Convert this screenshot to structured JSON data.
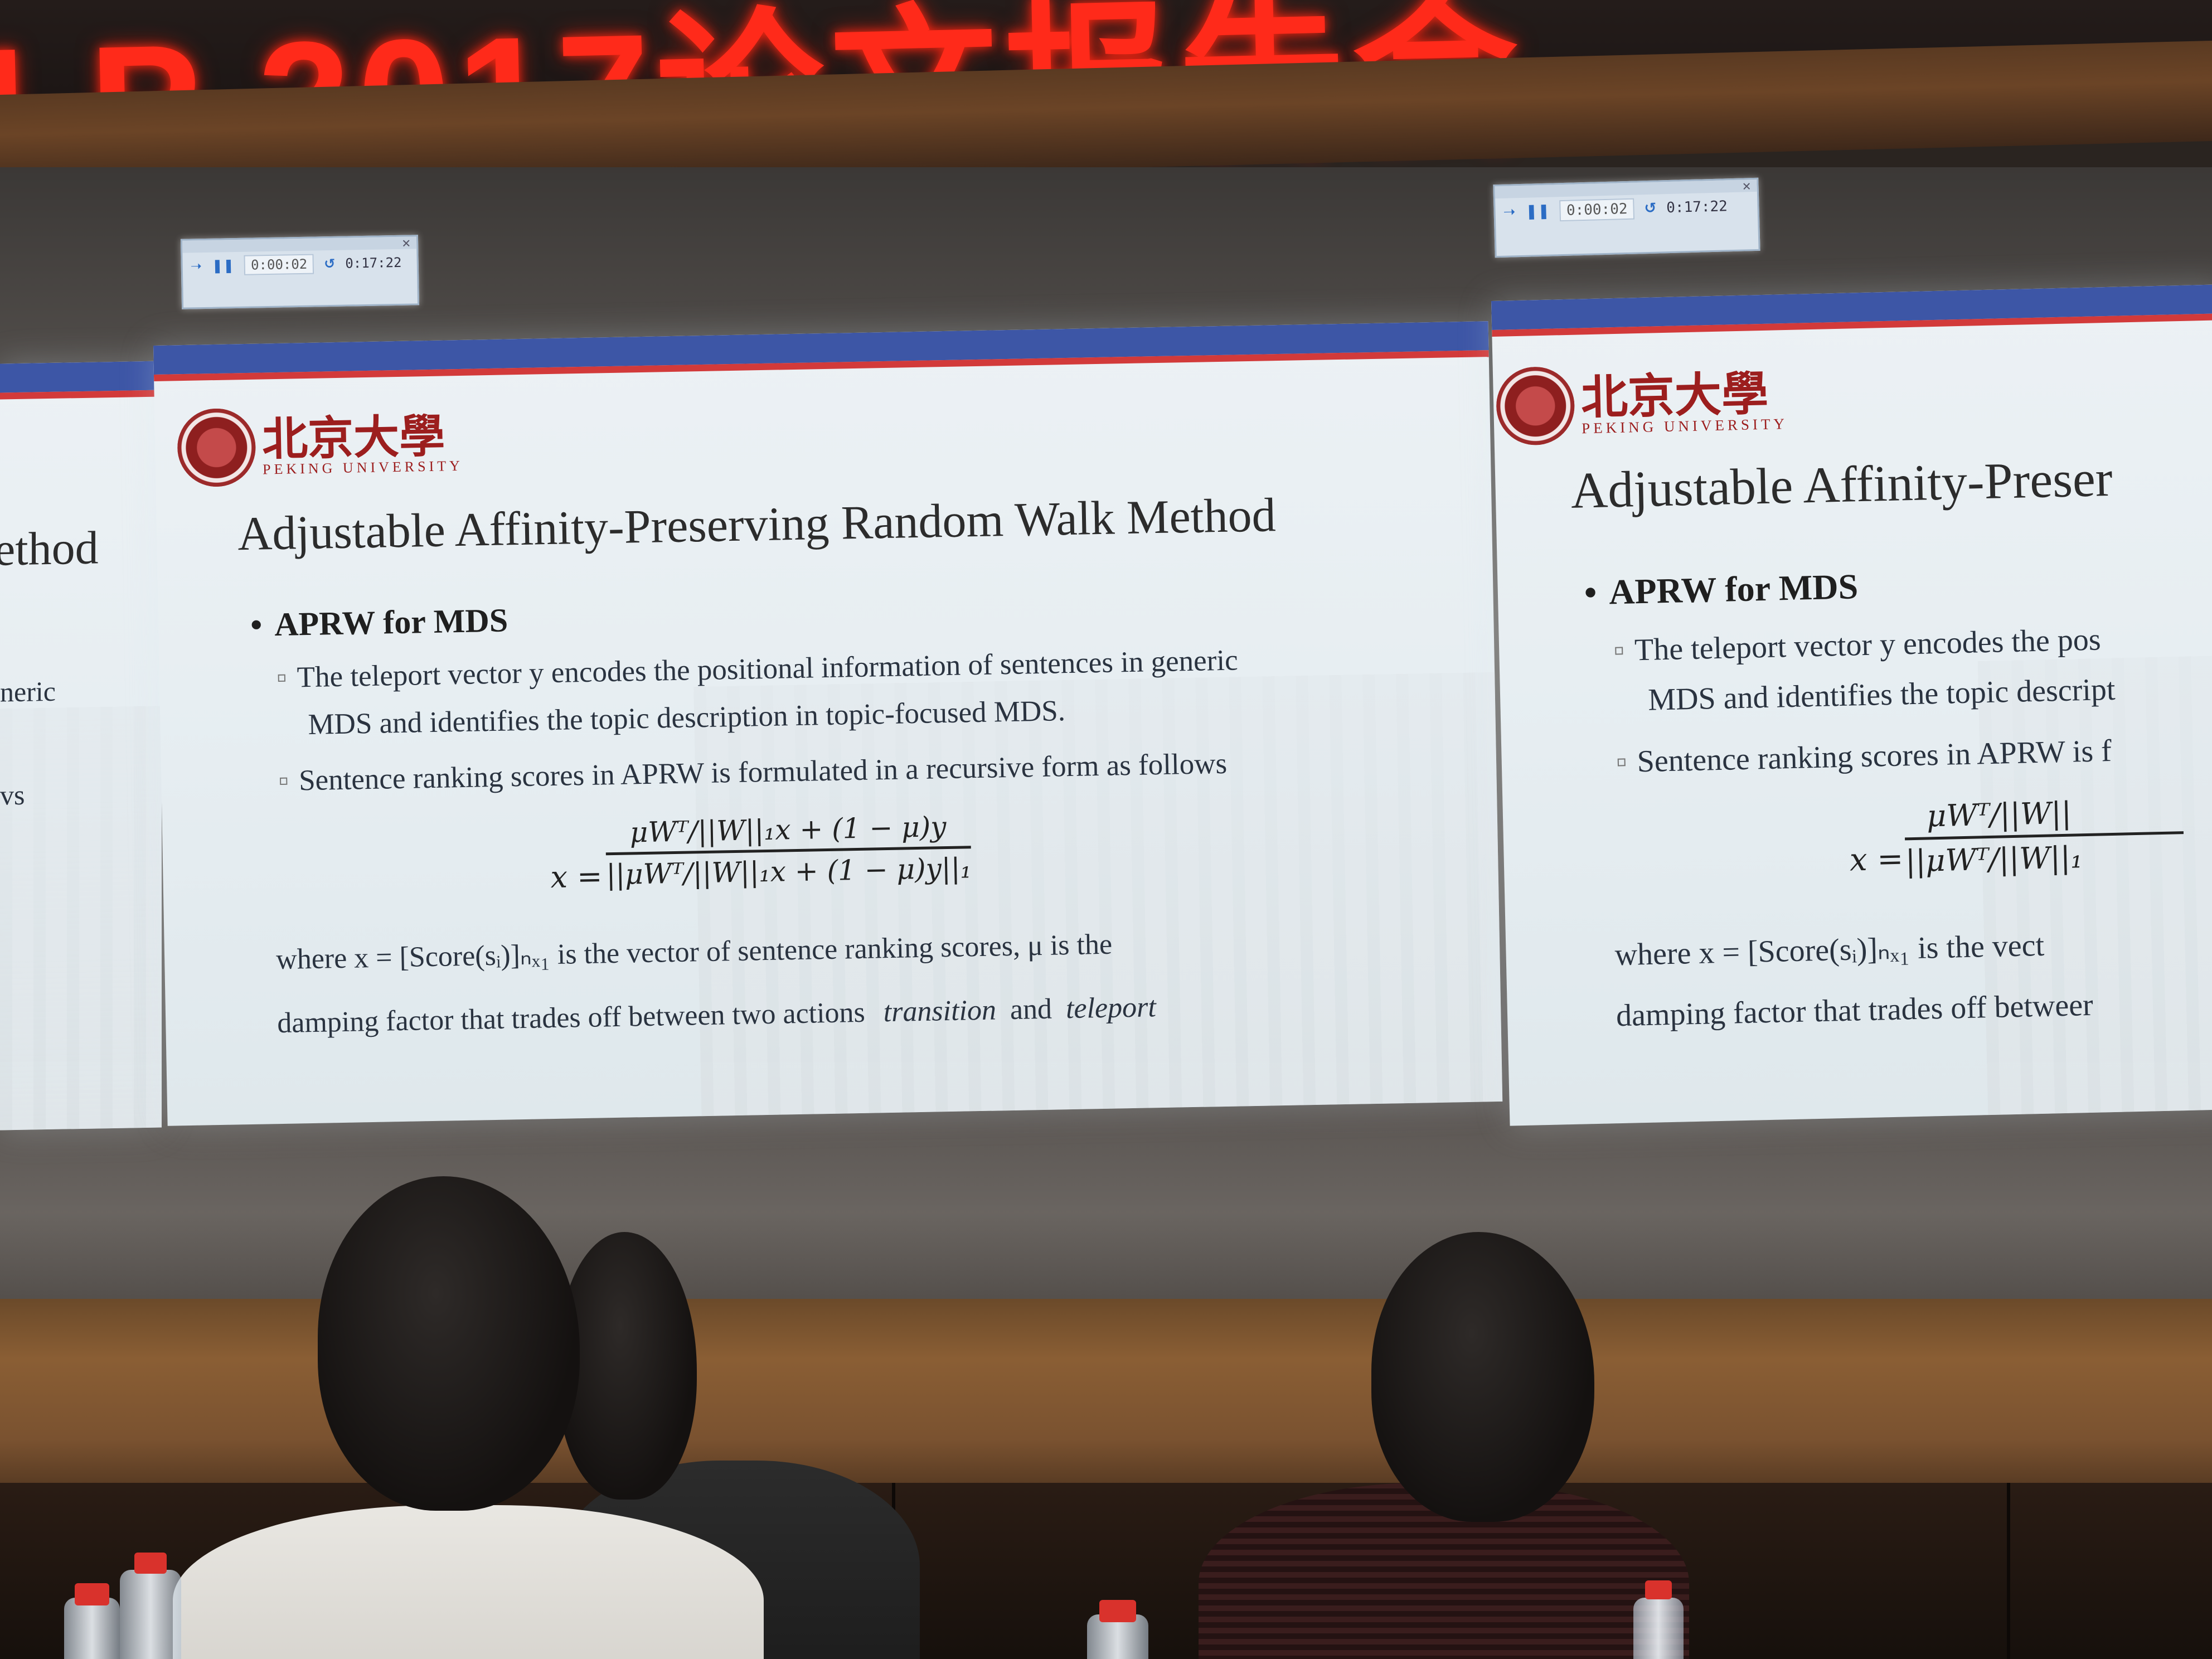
{
  "banner": {
    "text": "LP 2017论文报告会"
  },
  "toolbar": {
    "elapsed": "0:00:02",
    "total": "0:17:22"
  },
  "left_slide": {
    "title_fragment": "ethod",
    "line_fragments": [
      "neric",
      "vs"
    ]
  },
  "center_slide": {
    "logo_cn": "北京大學",
    "logo_en": "PEKING UNIVERSITY",
    "title": "Adjustable Affinity-Preserving Random Walk Method",
    "bullet": "APRW for MDS",
    "sub1_line1": "The teleport vector y encodes the positional information of sentences in generic",
    "sub1_line2": "MDS and identifies the topic description in topic-focused MDS.",
    "sub2": "Sentence ranking scores in APRW is formulated in a recursive form as follows",
    "eq_lhs": "x =",
    "eq_num": "μWᵀ/||W||₁x + (1 − μ)y",
    "eq_den": "||μWᵀ/||W||₁x + (1 − μ)y||₁",
    "where_line": "where x = [Score(sᵢ)]ₙₓ₁ is the vector of sentence ranking scores, μ is the",
    "damping_prefix": "damping factor that trades off between two actions",
    "damping_a": "transition",
    "damping_and": "and",
    "damping_b": "teleport"
  },
  "right_slide": {
    "logo_cn": "北京大學",
    "logo_en": "PEKING UNIVERSITY",
    "title": "Adjustable Affinity-Preser",
    "bullet": "APRW for MDS",
    "sub1_line1": "The teleport vector y encodes the pos",
    "sub1_line2": "MDS and identifies the topic descript",
    "sub2": "Sentence ranking scores in APRW is f",
    "eq_lhs": "x =",
    "eq_num": "μWᵀ/||W||",
    "eq_den": "||μWᵀ/||W||₁",
    "where_line": "where x = [Score(sᵢ)]ₙₓ₁ is the vect",
    "damping_line": "damping factor that trades off betweer"
  },
  "colors": {
    "led_red": "#ff2a1a",
    "slide_blue": "#3d56a6",
    "slide_red": "#d23a3a",
    "pku_red": "#9c1e1e"
  }
}
